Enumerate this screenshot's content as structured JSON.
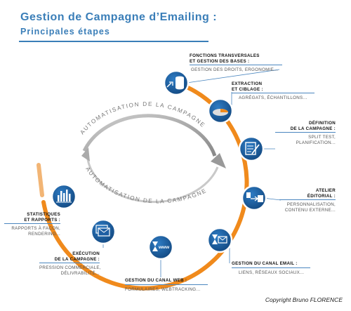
{
  "title": {
    "line1": "Gestion de Campagne d’Emailing :",
    "line2": "Principales étapes"
  },
  "arc_caption_top": "Automatisation de la campagne",
  "arc_caption_bottom": "Automatisation de la campagne",
  "steps": [
    {
      "heading1": "Fonctions transversales",
      "heading2": "et gestion des bases :",
      "sub1": "Gestion des droits, ergonomie...",
      "sub2": "",
      "icon": "database-icon"
    },
    {
      "heading1": "Extraction",
      "heading2": "et ciblage :",
      "sub1": "Agrégats, échantillons...",
      "sub2": "",
      "icon": "pie-chart-icon"
    },
    {
      "heading1": "Définition",
      "heading2": "de la campagne :",
      "sub1": "Split test,",
      "sub2": "planification...",
      "icon": "edit-document-icon"
    },
    {
      "heading1": "Atelier",
      "heading2": "éditorial :",
      "sub1": "Personnalisation,",
      "sub2": "contenu externe...",
      "icon": "transfer-icon"
    },
    {
      "heading1": "Gestion du canal email :",
      "heading2": "",
      "sub1": "Liens, réseaux sociaux...",
      "sub2": "",
      "icon": "hourglass-mail-icon"
    },
    {
      "heading1": "Gestion du canal web :",
      "heading2": "",
      "sub1": "Formulaires, webtracking...",
      "sub2": "",
      "icon": "hourglass-www-icon"
    },
    {
      "heading1": "Exécution",
      "heading2": "de la campagne :",
      "sub1": "Pression commerciale,",
      "sub2": "délivrabilité...",
      "icon": "send-mail-icon"
    },
    {
      "heading1": "Statistiques",
      "heading2": "et rapports :",
      "sub1": "Rapports à façon,",
      "sub2": "rendering...",
      "icon": "bar-chart-icon"
    }
  ],
  "colors": {
    "accent": "#f08a1c",
    "node": "#1f5fa3",
    "title": "#3a7eb8"
  },
  "copyright": "Copyright Bruno FLORENCE"
}
